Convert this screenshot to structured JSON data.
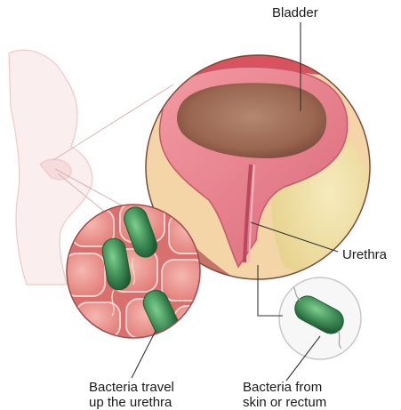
{
  "labels": {
    "bladder": "Bladder",
    "urethra": "Urethra",
    "bacteria_travel": [
      "Bacteria travel",
      "up the urethra"
    ],
    "bacteria_skin": [
      "Bacteria from",
      "skin or rectum"
    ]
  },
  "colors": {
    "bladder_interior": "#a0725c",
    "bladder_wall": "#e9838f",
    "fat": "#ecdc9a",
    "body_outline": "#f0c8c8",
    "tissue_cells": "#ef9a96",
    "bacteria": "#3d8a55",
    "leader_line": "#333333"
  }
}
